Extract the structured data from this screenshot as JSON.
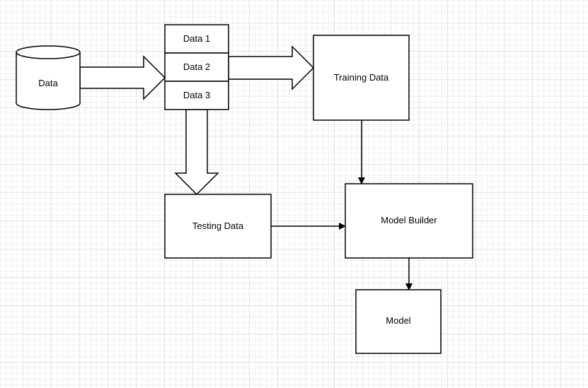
{
  "diagram": {
    "nodes": {
      "data_source": "Data",
      "split_1": "Data 1",
      "split_2": "Data 2",
      "split_3": "Data 3",
      "training": "Training Data",
      "testing": "Testing Data",
      "model_builder": "Model Builder",
      "model": "Model"
    },
    "edges": [
      {
        "from": "data_source",
        "to": "splits",
        "style": "block-arrow"
      },
      {
        "from": "splits",
        "to": "training",
        "style": "block-arrow"
      },
      {
        "from": "splits",
        "to": "testing",
        "style": "block-arrow"
      },
      {
        "from": "training",
        "to": "model_builder",
        "style": "line-arrow"
      },
      {
        "from": "testing",
        "to": "model_builder",
        "style": "line-arrow"
      },
      {
        "from": "model_builder",
        "to": "model",
        "style": "line-arrow"
      }
    ]
  }
}
